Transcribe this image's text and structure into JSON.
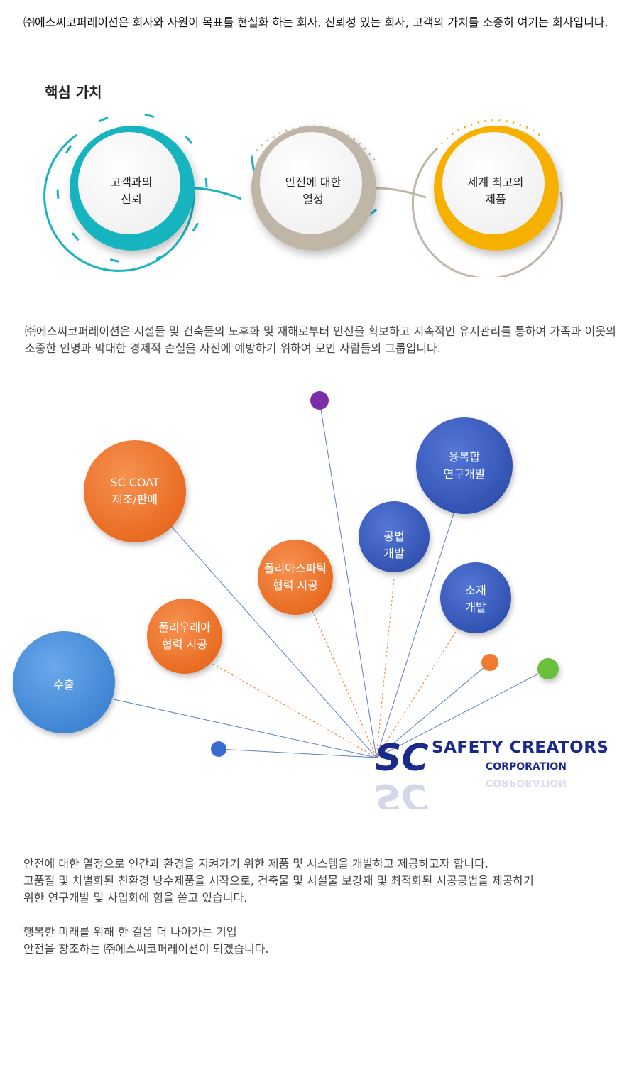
{
  "intro": "㈜에스씨코퍼레이션은 회사와 사원이 목표를 현실화 하는 회사, 신뢰성 있는 회사, 고객의 가치를 소중히 여기는 회사입니다.",
  "core_values": {
    "title": "핵심 가치",
    "items": [
      {
        "line1": "고객과의",
        "line2": "신뢰",
        "color": "#19b4bf"
      },
      {
        "line1": "안전에 대한",
        "line2": "열정",
        "color": "#bfb6a8"
      },
      {
        "line1": "세계 최고의",
        "line2": "제품",
        "color": "#f5b000"
      }
    ]
  },
  "description": "㈜에스씨코퍼레이션은 시설물 및 건축물의 노후화 및 재해로부터 안전을 확보하고 지속적인 유지관리를 통하여 가족과 이웃의 소중한 인명과 막대한 경제적 손실을 사전에 예방하기 위하여 모인 사람들의 그룹입니다.",
  "network": {
    "colors": {
      "orange": "#f07a2f",
      "blue": "#3c5cc4",
      "light_blue": "#4a90dc",
      "purple": "#7a2ea8",
      "green": "#6cbf3a"
    },
    "bubbles": [
      {
        "line1": "SC COAT",
        "line2": "제조/판매"
      },
      {
        "line1": "폴리아스파틱",
        "line2": "협력 시공"
      },
      {
        "line1": "폴리우레아",
        "line2": "협력 시공"
      },
      {
        "line1": "수출",
        "line2": ""
      },
      {
        "line1": "공법",
        "line2": "개발"
      },
      {
        "line1": "융복합",
        "line2": "연구개발"
      },
      {
        "line1": "소재",
        "line2": "개발"
      }
    ],
    "logo": {
      "title": "SAFETY CREATORS",
      "subtitle": "CORPORATION",
      "mark": "SC"
    }
  },
  "outro": {
    "lines": [
      "안전에 대한 열정으로 인간과 환경을 지켜가기 위한 제품 및 시스템을 개발하고 제공하고자 합니다.",
      "고품질 및 차별화된 친환경 방수제품을 시작으로, 건축물 및 시설물 보강재 및 최적화된 시공공법을 제공하기",
      "위한 연구개발 및 사업화에 힘을 쏟고 있습니다.",
      "",
      "행복한 미래를 위해 한 걸음 더 나아가는 기업",
      "안전을 창조하는 ㈜에스씨코퍼레이션이 되겠습니다."
    ]
  }
}
